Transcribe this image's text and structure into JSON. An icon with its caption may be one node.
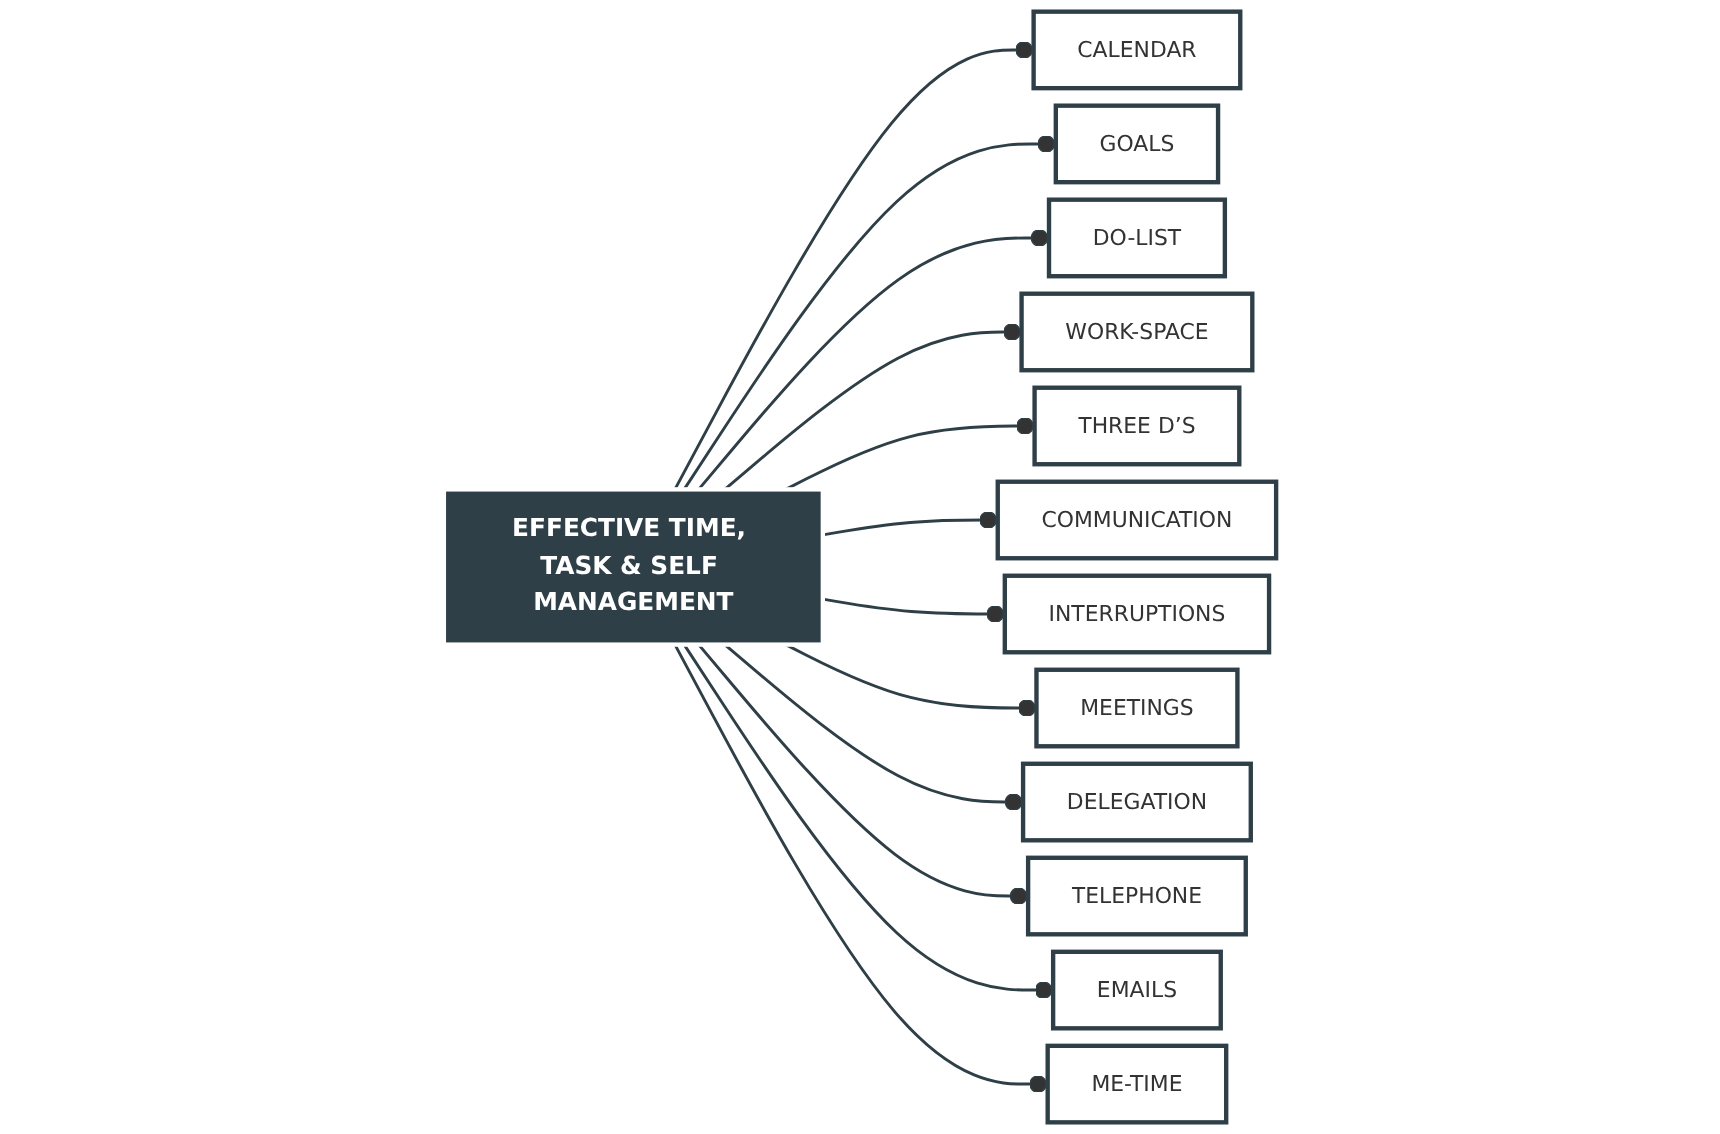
{
  "diagram": {
    "nodes": [
      {
        "text": [
          "CALENDAR"
        ]
      },
      {
        "text": [
          "GOALS"
        ]
      },
      {
        "text": [
          "DO-LIST"
        ]
      },
      {
        "text": [
          "WORK-SPACE"
        ]
      },
      {
        "text": [
          "THREE D’S"
        ]
      },
      {
        "text": [
          "COMMUNICATION"
        ]
      },
      {
        "text": [
          "EFFECTIVE TIME, TASK & SELF MANAGEMENT"
        ]
      },
      {
        "text": [
          "INTERRUPTIONS"
        ]
      },
      {
        "text": [
          "MEETINGS"
        ]
      },
      {
        "text": [
          "DELEGATION"
        ]
      },
      {
        "text": [
          "TELEPHONE"
        ]
      },
      {
        "text": [
          "EMAILS"
        ]
      },
      {
        "text": [
          "ME-TIME"
        ]
      }
    ],
    "edges": [
      {
        "from": 6,
        "to": 0,
        "arrow": "other"
      },
      {
        "from": 6,
        "to": 1,
        "arrow": "other"
      },
      {
        "from": 6,
        "to": 2,
        "arrow": "other"
      },
      {
        "from": 6,
        "to": 3,
        "arrow": "other"
      },
      {
        "from": 6,
        "to": 4,
        "arrow": "other"
      },
      {
        "from": 6,
        "to": 5,
        "arrow": "other"
      },
      {
        "from": 6,
        "to": 7,
        "arrow": "other"
      },
      {
        "from": 6,
        "to": 8,
        "arrow": "other"
      },
      {
        "from": 6,
        "to": 9,
        "arrow": "other"
      },
      {
        "from": 6,
        "to": 10,
        "arrow": "other"
      },
      {
        "from": 6,
        "to": 11,
        "arrow": "other"
      },
      {
        "from": 6,
        "to": 12,
        "arrow": "other"
      }
    ]
  }
}
